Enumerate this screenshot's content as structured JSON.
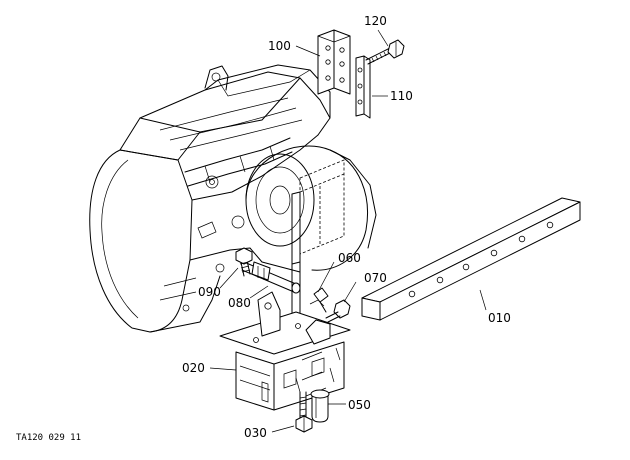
{
  "parts": [
    {
      "id": "part-100",
      "label": "100"
    },
    {
      "id": "part-120",
      "label": "120"
    },
    {
      "id": "part-110",
      "label": "110"
    },
    {
      "id": "part-060",
      "label": "060"
    },
    {
      "id": "part-070",
      "label": "070"
    },
    {
      "id": "part-090",
      "label": "090"
    },
    {
      "id": "part-080",
      "label": "080"
    },
    {
      "id": "part-010",
      "label": "010"
    },
    {
      "id": "part-020",
      "label": "020"
    },
    {
      "id": "part-050",
      "label": "050"
    },
    {
      "id": "part-030",
      "label": "030"
    }
  ],
  "drawing_code": "TA120 029 11"
}
